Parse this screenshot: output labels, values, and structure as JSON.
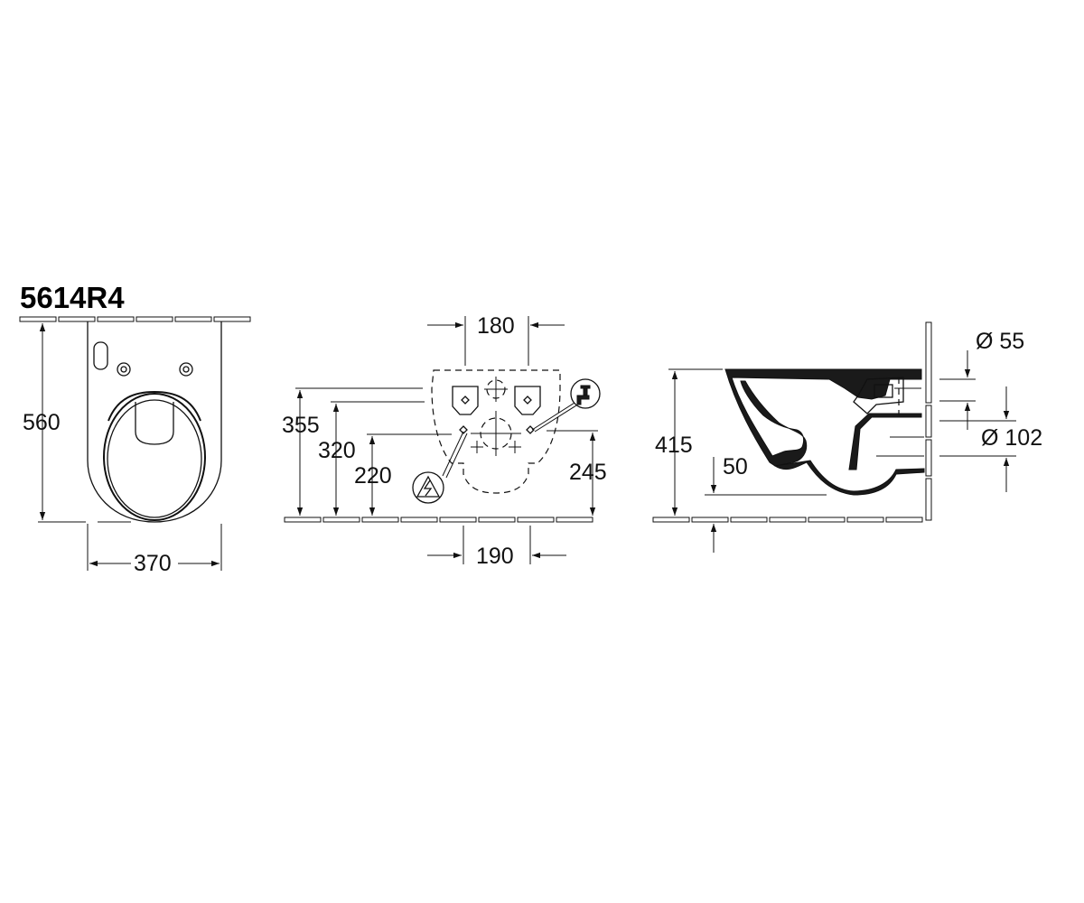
{
  "title": "5614R4",
  "front_view": {
    "height_label": "560",
    "width_label": "370"
  },
  "rear_view": {
    "top_span_label": "180",
    "bottom_span_label": "190",
    "left_dims": [
      "355",
      "320",
      "220"
    ],
    "right_dim": "245"
  },
  "side_view": {
    "height_label": "415",
    "offset_label": "50",
    "inlet_diameter": "Ø 55",
    "outlet_diameter": "Ø 102"
  }
}
